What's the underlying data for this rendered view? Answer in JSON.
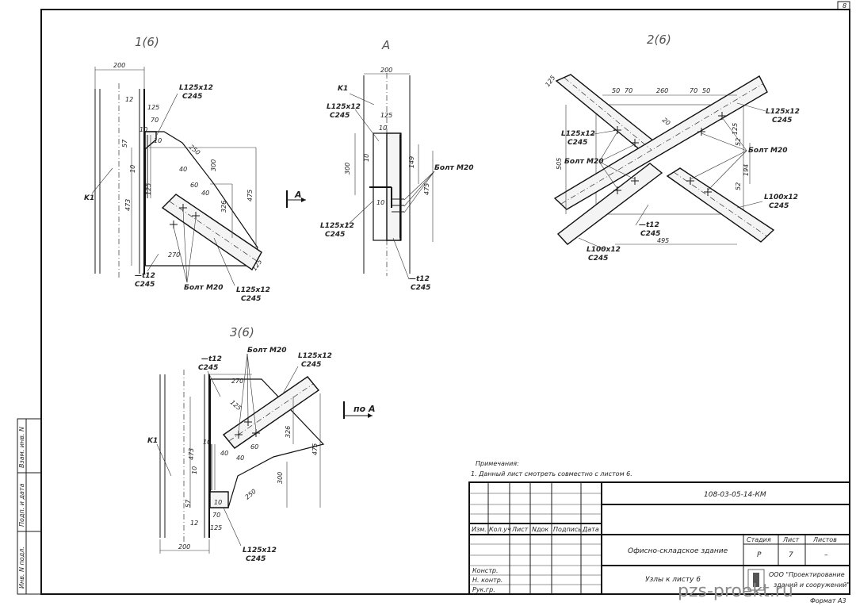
{
  "page_number": "8",
  "views": {
    "v1": {
      "title": "1(6)",
      "k1": "K1",
      "angle_top": [
        "L125x12",
        "C245"
      ],
      "plate": [
        "—t12",
        "C245"
      ],
      "bolt": "Болт M20",
      "angle_bottom": [
        "L125x12",
        "C245"
      ],
      "dims": [
        "200",
        "12",
        "125",
        "70",
        "57",
        "10",
        "10",
        "10",
        "250",
        "40",
        "300",
        "60",
        "125",
        "473",
        "40",
        "326",
        "475",
        "270",
        "125"
      ]
    },
    "a": {
      "title": "A",
      "k1": "K1",
      "angle_top": [
        "L125x12",
        "C245"
      ],
      "angle_bottom": [
        "L125x12",
        "C245"
      ],
      "plate": [
        "—t12",
        "C245"
      ],
      "bolt": "Болт M20",
      "dims": [
        "200",
        "125",
        "10",
        "300",
        "10",
        "10",
        "149",
        "475"
      ]
    },
    "v2": {
      "title": "2(6)",
      "angle_left": [
        "L125x12",
        "C245"
      ],
      "angle_right": [
        "L125x12",
        "C245"
      ],
      "bolt_left": "Болт M20",
      "bolt_right": "Болт M20",
      "angle_small_right": [
        "L100x12",
        "C245"
      ],
      "angle_small_left": [
        "L100x12",
        "C245"
      ],
      "plate": [
        "—t12",
        "C245"
      ],
      "dims": [
        "125",
        "50",
        "70",
        "260",
        "70",
        "50",
        "125",
        "20",
        "505",
        "194",
        "52",
        "52",
        "495"
      ]
    },
    "v3": {
      "title": "3(6)",
      "plate": [
        "—t12",
        "C245"
      ],
      "bolt": "Болт M20",
      "angle_top": [
        "L125x12",
        "C245"
      ],
      "section": "по A",
      "k1": "K1",
      "angle_bottom": [
        "L125x12",
        "C245"
      ],
      "dims": [
        "270",
        "125",
        "473",
        "40",
        "10",
        "10",
        "10",
        "326",
        "60",
        "40",
        "475",
        "300",
        "250",
        "57",
        "70",
        "12",
        "125",
        "200"
      ]
    }
  },
  "section_mark": "A",
  "notes": {
    "heading": "Примечания:",
    "line1": "1. Данный лист смотреть совместно с листом 6."
  },
  "stamp": {
    "code": "108-03-05-14-КМ",
    "headers": [
      "Изм.",
      "Кол.уч",
      "Лист",
      "Nдок",
      "Подпись",
      "Дата"
    ],
    "roles": [
      "Констр.",
      "Н. контр.",
      "Рук.гр."
    ],
    "object": "Офисно-складское здание",
    "sheet_title": "Узлы к листу 6",
    "stage_label": "Стадия",
    "sheet_label": "Лист",
    "sheets_label": "Листов",
    "stage": "Р",
    "sheet": "7",
    "sheets": "–",
    "org_line1": "ООО \"Проектирование",
    "org_line2": "зданий и сооружений\"",
    "format": "Формат A3"
  },
  "side_stamp": [
    "Взам. инв. N",
    "Подп. и дата",
    "Инв. N подл."
  ],
  "watermark": "pzs-proekt.ru"
}
